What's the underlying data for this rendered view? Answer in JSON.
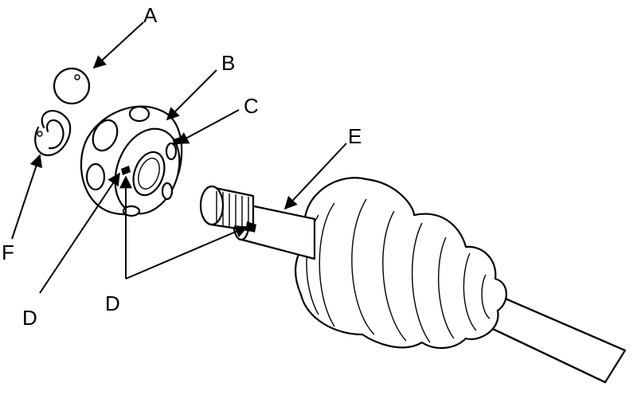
{
  "labels": {
    "a": "A",
    "b": "B",
    "c": "C",
    "d1": "D",
    "d2": "D",
    "e": "E",
    "f": "F"
  }
}
